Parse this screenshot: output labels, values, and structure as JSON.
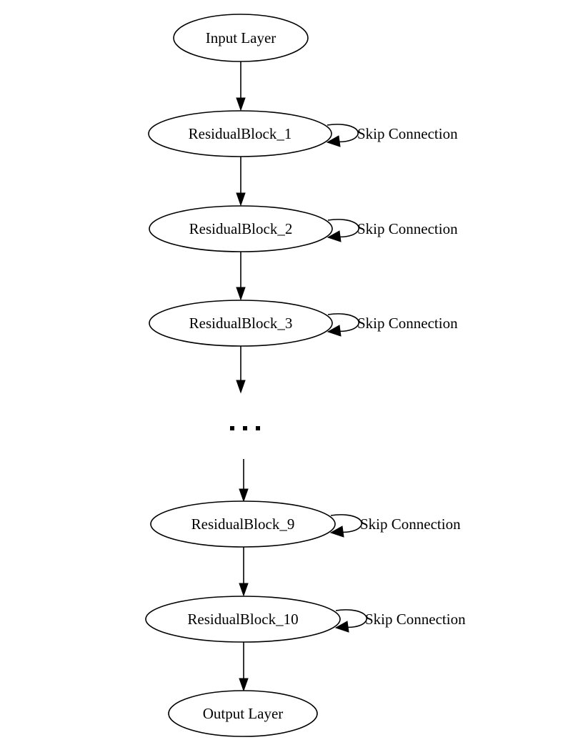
{
  "nodes": {
    "input": "Input Layer",
    "block_1": "ResidualBlock_1",
    "block_2": "ResidualBlock_2",
    "block_3": "ResidualBlock_3",
    "block_9": "ResidualBlock_9",
    "block_10": "ResidualBlock_10",
    "output": "Output Layer"
  },
  "skip_label": "Skip Connection"
}
